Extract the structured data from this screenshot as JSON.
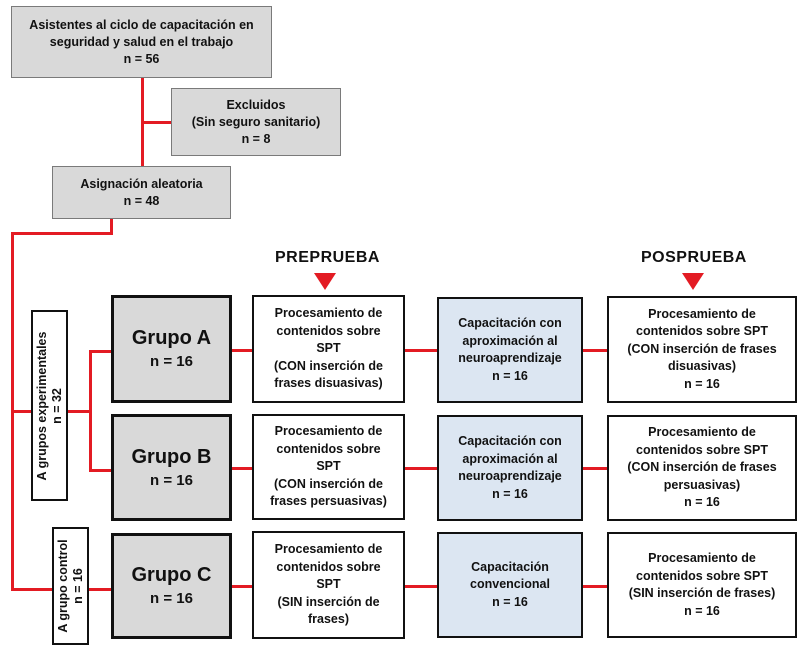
{
  "header": {
    "asistentes": [
      "Asistentes  al ciclo de capacitación  en",
      "seguridad y salud en el trabajo",
      "n = 56"
    ],
    "excluidos": [
      "Excluidos",
      "(Sin seguro sanitario)",
      "n = 8"
    ],
    "asignacion": [
      "Asignación aleatoria",
      "n = 48"
    ]
  },
  "phases": {
    "preprueba": "PREPRUEBA",
    "posprueba": "POSPRUEBA"
  },
  "side_labels": {
    "experimental": [
      "A grupos experimentales",
      "n = 32"
    ],
    "control": [
      "A grupo control",
      "n = 16"
    ]
  },
  "groups": [
    {
      "name": "Grupo A",
      "n": "n = 16",
      "pre": [
        "Procesamiento de",
        "contenidos sobre",
        "SPT",
        "(CON inserción de",
        "frases disuasivas)"
      ],
      "training": [
        "Capacitación con",
        "aproximación al",
        "neuroaprendizaje",
        "n = 16"
      ],
      "post": [
        "Procesamiento de",
        "contenidos sobre SPT",
        "(CON inserción de frases",
        "disuasivas)",
        "n = 16"
      ]
    },
    {
      "name": "Grupo B",
      "n": "n = 16",
      "pre": [
        "Procesamiento de",
        "contenidos sobre",
        "SPT",
        "(CON inserción de",
        "frases persuasivas)"
      ],
      "training": [
        "Capacitación con",
        "aproximación al",
        "neuroaprendizaje",
        "n = 16"
      ],
      "post": [
        "Procesamiento de",
        "contenidos sobre SPT",
        "(CON inserción de frases",
        "persuasivas)",
        "n = 16"
      ]
    },
    {
      "name": "Grupo C",
      "n": "n = 16",
      "pre": [
        "Procesamiento de",
        "contenidos sobre",
        "SPT",
        "(SIN inserción de",
        "frases)"
      ],
      "training": [
        "Capacitación",
        "convencional",
        "n = 16"
      ],
      "post": [
        "Procesamiento de",
        "contenidos sobre SPT",
        "(SIN inserción de frases)",
        "n = 16"
      ]
    }
  ],
  "colors": {
    "connector": "#e31b23",
    "box_gray": "#d9d9d9",
    "box_blue": "#dce6f2"
  }
}
